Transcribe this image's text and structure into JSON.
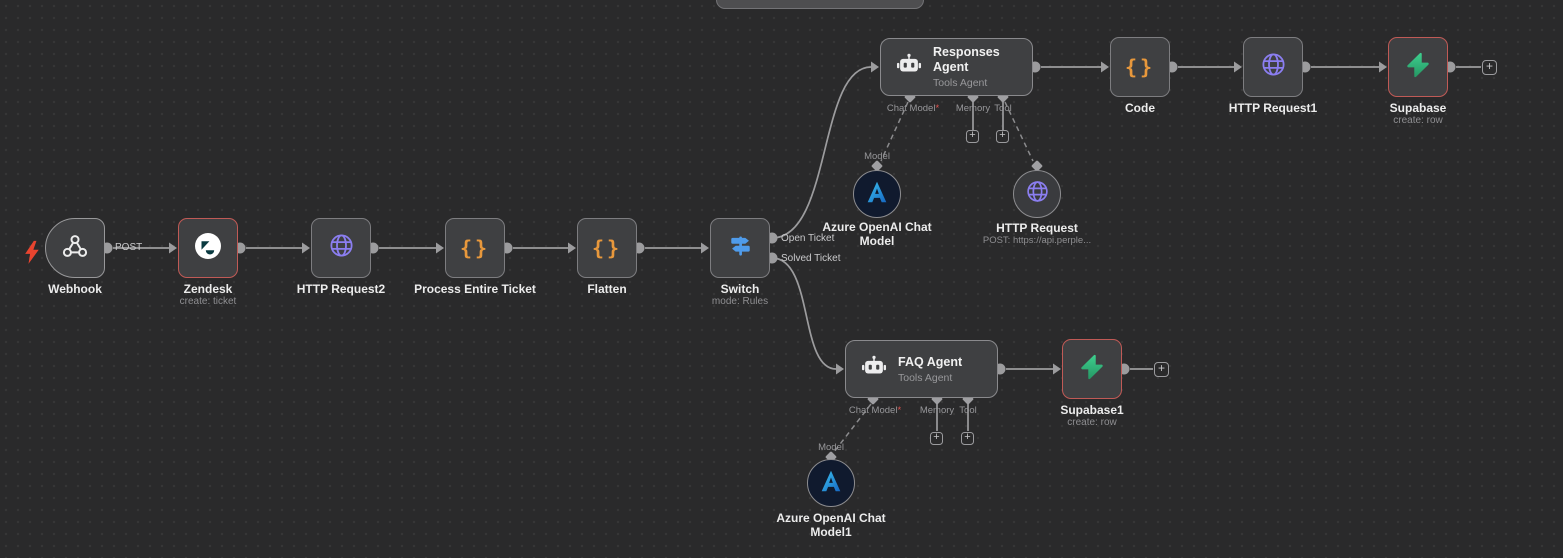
{
  "colors": {
    "background": "#2a2a2b",
    "node_fill": "#3f4042",
    "node_border": "#7d7d80",
    "error_border": "#c05a56",
    "wire": "#9c9c9e",
    "code_icon_orange": "#e8983c",
    "http_icon_purple": "#8b7ef0",
    "switch_icon_blue": "#4f9bea",
    "supabase_green": "#3ecf8e",
    "azure_blue": "#2a9be0",
    "zendesk_teal": "#0a3a40",
    "trigger_red": "#e8442f"
  },
  "connection_labels": {
    "webhook_method": "POST",
    "switch_output_open": "Open Ticket",
    "switch_output_solved": "Solved Ticket"
  },
  "ports": {
    "chat_model": "Chat Model",
    "memory": "Memory",
    "tool": "Tool",
    "model": "Model",
    "required_mark": "*",
    "plus": "+"
  },
  "nodes": {
    "webhook": {
      "label": "Webhook"
    },
    "zendesk": {
      "label": "Zendesk",
      "subtitle": "create: ticket"
    },
    "http_request2": {
      "label": "HTTP Request2"
    },
    "process_entire_ticket": {
      "label": "Process Entire Ticket"
    },
    "flatten": {
      "label": "Flatten"
    },
    "switch": {
      "label": "Switch",
      "subtitle": "mode: Rules"
    },
    "responses_agent": {
      "title": "Responses Agent",
      "subtitle": "Tools Agent"
    },
    "code": {
      "label": "Code"
    },
    "http_request1": {
      "label": "HTTP Request1"
    },
    "supabase": {
      "label": "Supabase",
      "subtitle": "create: row"
    },
    "azure_chat_model": {
      "label": "Azure OpenAI Chat Model"
    },
    "http_request_tool": {
      "label": "HTTP Request",
      "subtitle": "POST: https://api.perple..."
    },
    "faq_agent": {
      "title": "FAQ Agent",
      "subtitle": "Tools Agent"
    },
    "supabase1": {
      "label": "Supabase1",
      "subtitle": "create: row"
    },
    "azure_chat_model1": {
      "label": "Azure OpenAI Chat Model1"
    }
  }
}
